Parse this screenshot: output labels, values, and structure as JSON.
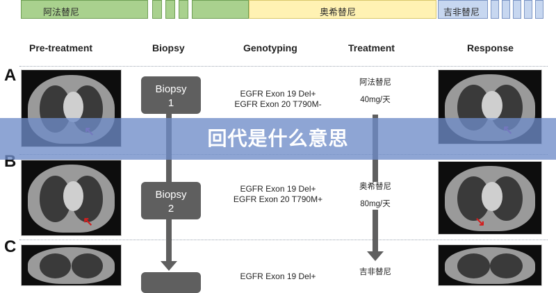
{
  "timeline": {
    "segment1_label": "阿法替尼",
    "segment2_label": "奥希替尼",
    "segment3_label": "吉非替尼"
  },
  "columns": [
    "Pre-treatment",
    "Biopsy",
    "Genotyping",
    "Treatment",
    "Response"
  ],
  "rows": [
    {
      "letter": "A",
      "biopsy_label": "Biopsy",
      "biopsy_number": "1",
      "geno_line1": "EGFR Exon 19 Del+",
      "geno_line2": "EGFR Exon 20 T790M-",
      "drug": "阿法替尼",
      "dose": "40mg/天"
    },
    {
      "letter": "B",
      "biopsy_label": "Biopsy",
      "biopsy_number": "2",
      "geno_line1": "EGFR Exon 19 Del+",
      "geno_line2": "EGFR Exon 20 T790M+",
      "drug": "奥希替尼",
      "dose": "80mg/天"
    },
    {
      "letter": "C",
      "geno_line1": "EGFR Exon 19 Del+",
      "drug": "吉非替尼"
    }
  ],
  "banner": {
    "title": "回代是什么意思"
  },
  "colors": {
    "banner": "#6e8cc8",
    "green": "#a9d18e",
    "yellow": "#fff2b3",
    "blue": "#c7d7f0",
    "box": "#5f5f5f"
  }
}
